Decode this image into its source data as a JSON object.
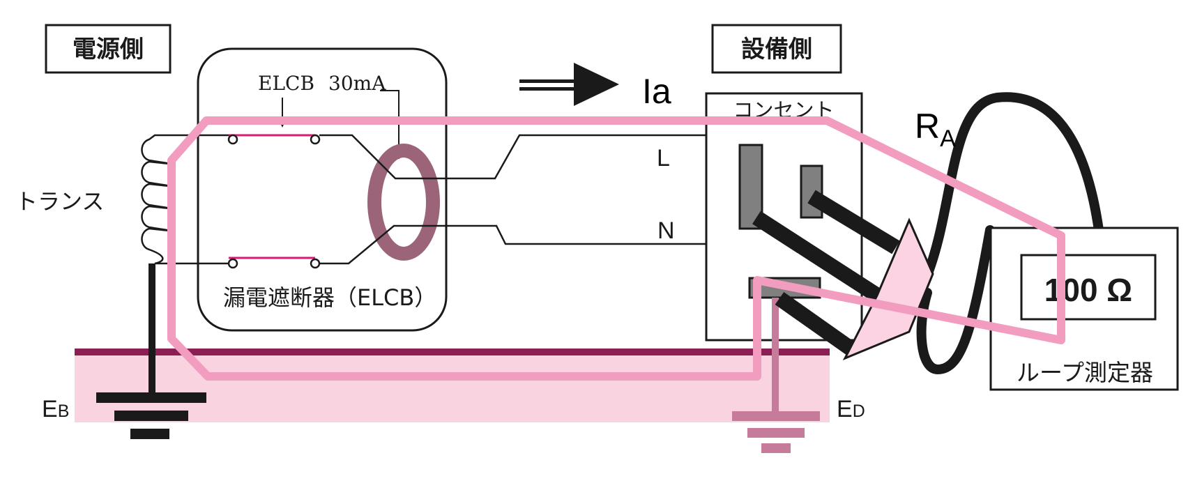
{
  "labels": {
    "source_side": "電源側",
    "equipment_side": "設備側",
    "transformer": "トランス",
    "elcb_rating_prefix": "ELCB",
    "elcb_rating_value": "30mA",
    "breaker": "漏電遮断器（ELCB）",
    "current": "Ia",
    "resistance_main": "R",
    "resistance_sub": "A",
    "outlet": "コンセント",
    "line_L": "L",
    "line_N": "N",
    "tester_reading": "100 Ω",
    "tester": "ループ測定器",
    "ground_B_main": "E",
    "ground_B_sub": "B",
    "ground_D_main": "E",
    "ground_D_sub": "D"
  },
  "colors": {
    "loop_path": "#f29cc0",
    "ground_bar": "#8b1e52",
    "ground_zone": "#fad3e1",
    "accent_text": "#e0237f",
    "ct_ring": "#9c6478",
    "contact": "#d81b74",
    "outline": "#1a1a1a",
    "pin_fill": "#808080",
    "plug_fill": "#fbd3e2",
    "ground_D_symbol": "#c77b9b"
  }
}
